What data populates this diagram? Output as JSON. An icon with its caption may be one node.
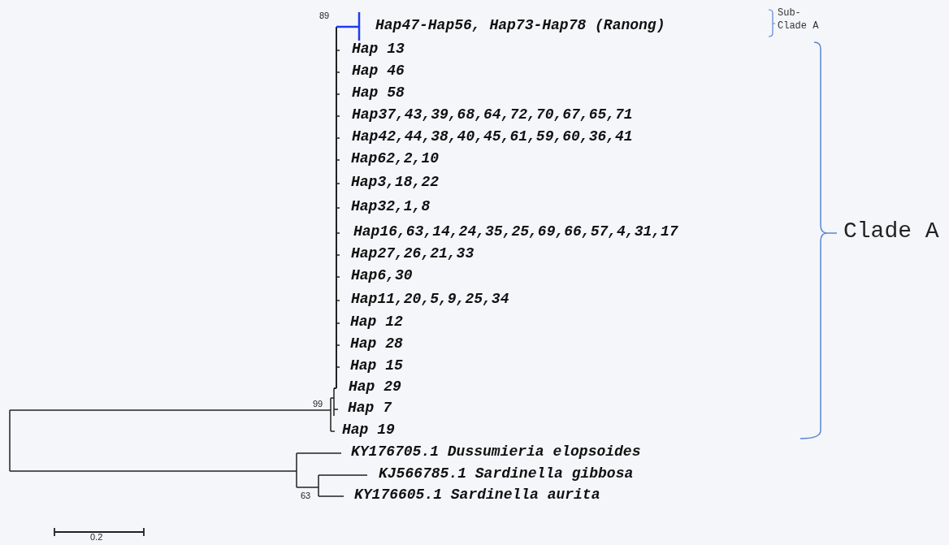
{
  "diagram": {
    "labels": [
      "89",
      "Hap47-Hap56, Hap73-Hap78 (Ranong)",
      "Sub- Clade A",
      "Hap 13",
      "Hap 46",
      "Hap 58",
      "Hap37,43,39,68,64,72,70,67,65,71",
      "Hap42,44,38,40,45,61,59,60,36,41",
      "Hap62,2,10",
      "Hap3,18,22",
      "Hap32,1,8",
      "Hap16,63,14,24,35,25,69,66,57,4,31,17",
      "Clade A",
      "Hap27,26,21,33",
      "Hap6,30",
      "Hap11,20,5,9,25,34",
      "Hap 12",
      "Hap 28",
      "Hap 15",
      "Hap 29",
      "99",
      "Hap 7",
      "Hap 19",
      "KY176705.1 Dussumieria elopsoides",
      "KJ566785.1 Sardinella gibbosa",
      "63",
      "KY176605.1 Sardinella aurita",
      "0.2"
    ]
  }
}
